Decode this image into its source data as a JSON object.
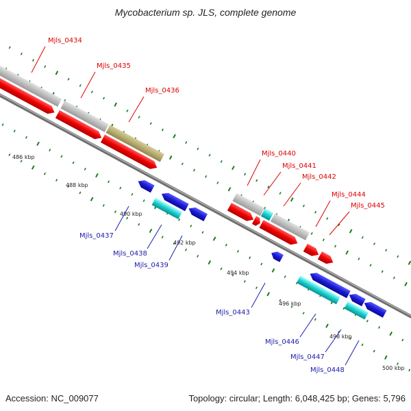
{
  "title": "Mycobacterium sp. JLS, complete genome",
  "accession": "Accession: NC_009077",
  "summary": "Topology: circular; Length: 6,048,425 bp; Genes: 5,796",
  "colors": {
    "backbone": "#8c8c8c",
    "tick_major": "#1a7a1a",
    "tick_minor": "#1a7a1a",
    "label_forward": "#dd0000",
    "label_reverse": "#1a1aaa",
    "gene_grey": "#b8b8b8",
    "gene_red": "#ee0000",
    "gene_olive": "#b8ad72",
    "gene_blue": "#1a1ad6",
    "gene_cyan": "#1ad0d0"
  },
  "scale_labels": [
    "486 kbp",
    "488 kbp",
    "490 kbp",
    "492 kbp",
    "494 kbp",
    "496 kbp",
    "498 kbp",
    "500 kbp"
  ],
  "forward_labels": [
    "Mjls_0434",
    "Mjls_0435",
    "Mjls_0436",
    "Mjls_0440",
    "Mjls_0441",
    "Mjls_0442",
    "Mjls_0444",
    "Mjls_0445"
  ],
  "reverse_labels": [
    "Mjls_0437",
    "Mjls_0438",
    "Mjls_0439",
    "Mjls_0443",
    "Mjls_0446",
    "Mjls_0447",
    "Mjls_0448"
  ]
}
